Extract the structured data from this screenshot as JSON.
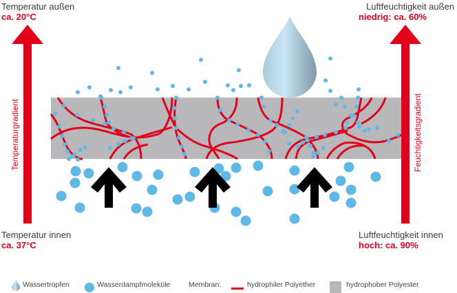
{
  "labels": {
    "temp_outside": "Temperatur außen",
    "temp_outside_value": "ca. 20°C",
    "temp_inside": "Temperatur innen",
    "temp_inside_value": "ca. 37°C",
    "humidity_outside": "Luftfeuchtigkeit außen",
    "humidity_outside_value": "niedrig: ca. 60%",
    "humidity_inside": "Luftfeuchtigkeit innen",
    "humidity_inside_value": "hoch: ca. 90%",
    "temp_gradient": "Temperaturgradient",
    "humidity_gradient": "Feuchtigkeitsgradient"
  },
  "legend": {
    "water_drop": "Wassertropfen",
    "vapor_molecule": "Wasserdampfmoleküle",
    "membrane": "Membran:",
    "hydrophilic": "hydrophiler Polyether",
    "hydrophobic": "hydrophober Polyester"
  },
  "colors": {
    "accent_red": "#e2001a",
    "molecule_blue": "#5fb9e6",
    "membrane_gray": "#b8b8ba",
    "arrow_black": "#000000"
  },
  "icons": {
    "up_arrow": "arrow-up-icon",
    "drop": "water-drop-icon",
    "molecule": "circle-icon"
  }
}
